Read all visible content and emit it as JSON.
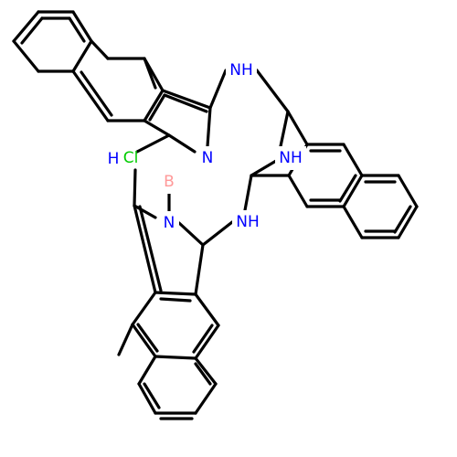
{
  "colors": {
    "bond": "#000000",
    "N": "#0000ff",
    "B": "#ff9999",
    "Cl": "#00cc00",
    "background": "#ffffff"
  },
  "atoms": [
    {
      "id": "nh_top",
      "label": "NH",
      "element": "N"
    },
    {
      "id": "n_upper_left",
      "label": "N",
      "element": "N"
    },
    {
      "id": "nh_right",
      "label": "NH",
      "element": "N"
    },
    {
      "id": "h_left",
      "label": "H",
      "element": "N"
    },
    {
      "id": "cl",
      "label": "Cl",
      "element": "Cl"
    },
    {
      "id": "b",
      "label": "B",
      "element": "B"
    },
    {
      "id": "n_lower_left",
      "label": "N",
      "element": "N"
    },
    {
      "id": "nh_lower",
      "label": "NH",
      "element": "N"
    }
  ]
}
